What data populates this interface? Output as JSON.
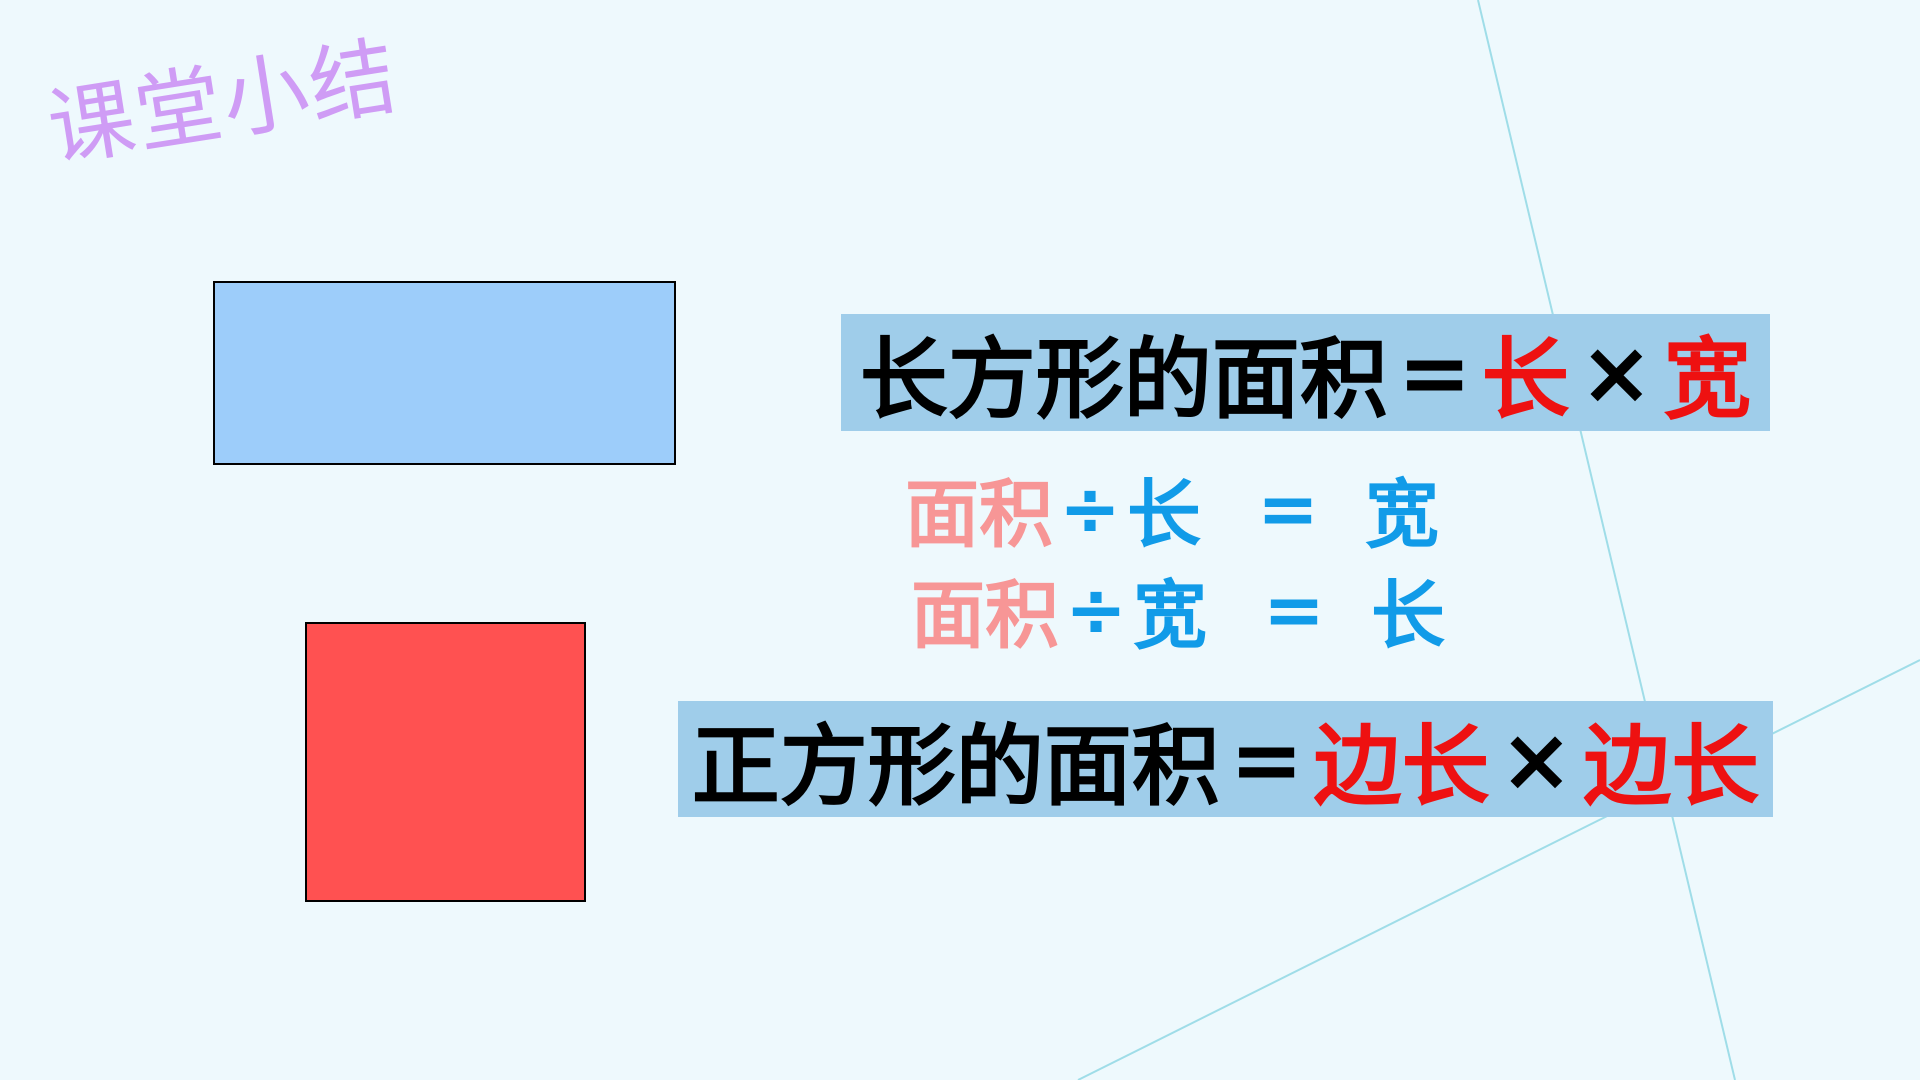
{
  "title": "课堂小结",
  "colors": {
    "background": "#eef9fd",
    "title": "#cf9cf5",
    "rect_fill": "#9dcdfa",
    "square_fill": "#ff5151",
    "formula_box": "#9fcdea",
    "black_text": "#000000",
    "red_text": "#ee1111",
    "pink_text": "#f79696",
    "blue_text": "#119be8",
    "deco_line": "#9fdde8"
  },
  "rectangle_formula": {
    "label": "长方形的面积",
    "equals": "=",
    "term1": "长",
    "times": "×",
    "term2": "宽"
  },
  "derived_formulas": [
    {
      "left": "面积",
      "op": "÷",
      "divisor": "长",
      "equals": "=",
      "result": "宽"
    },
    {
      "left": "面积",
      "op": "÷",
      "divisor": "宽",
      "equals": "=",
      "result": "长"
    }
  ],
  "square_formula": {
    "label": "正方形的面积",
    "equals": "=",
    "term1": "边长",
    "times": "×",
    "term2": "边长"
  }
}
